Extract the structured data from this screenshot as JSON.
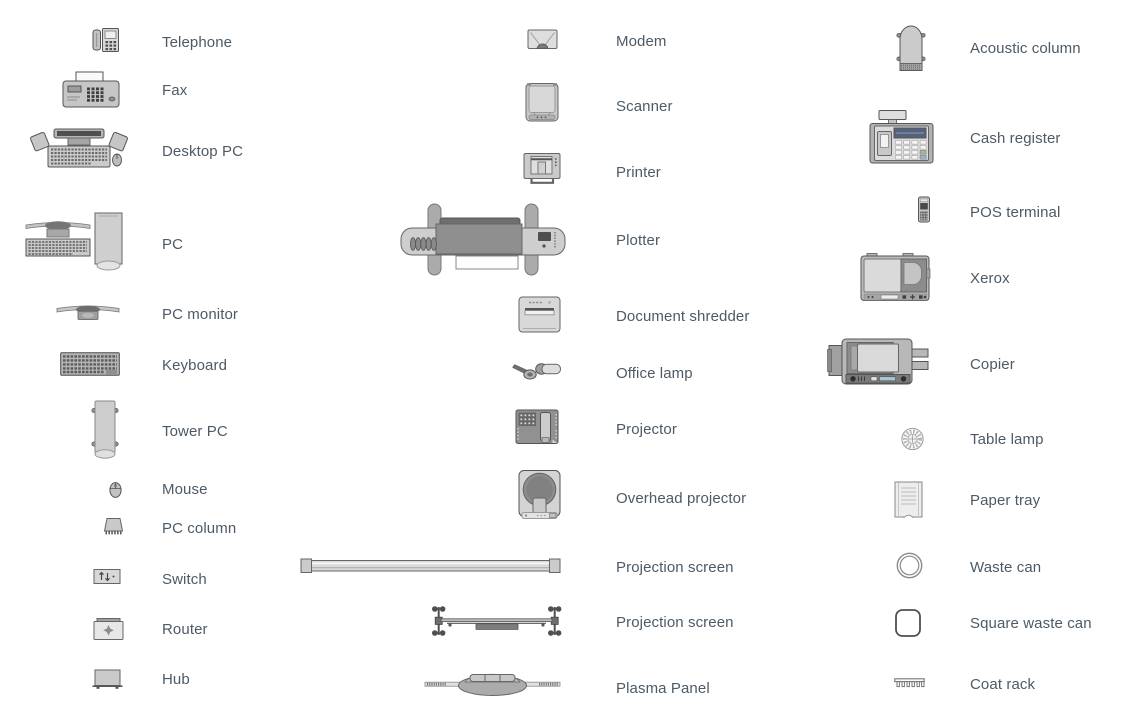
{
  "page": {
    "background": "#ffffff",
    "label_color": "#4d5a66"
  },
  "palette": {
    "outline": "#555555",
    "fill_light": "#d8d8d8",
    "fill_mid": "#bfbfbf",
    "fill_dark": "#8c8c8c",
    "cash_register_screen_blue": "#55627d",
    "copier_display_blue": "#a9c7d2",
    "shredder_indicator_green": "#93ac93"
  },
  "legend": {
    "columns": [
      {
        "name": "left",
        "items": [
          {
            "label": "Telephone",
            "icon": "telephone-icon"
          },
          {
            "label": "Fax",
            "icon": "fax-icon"
          },
          {
            "label": "Desktop PC",
            "icon": "desktop-pc-icon"
          },
          {
            "label": "PC",
            "icon": "pc-icon"
          },
          {
            "label": "PC monitor",
            "icon": "pc-monitor-icon"
          },
          {
            "label": "Keyboard",
            "icon": "keyboard-icon"
          },
          {
            "label": "Tower PC",
            "icon": "tower-pc-icon"
          },
          {
            "label": "Mouse",
            "icon": "mouse-icon"
          },
          {
            "label": "PC column",
            "icon": "pc-column-icon"
          },
          {
            "label": "Switch",
            "icon": "switch-icon"
          },
          {
            "label": "Router",
            "icon": "router-icon"
          },
          {
            "label": "Hub",
            "icon": "hub-icon"
          }
        ]
      },
      {
        "name": "middle",
        "items": [
          {
            "label": "Modem",
            "icon": "modem-icon"
          },
          {
            "label": "Scanner",
            "icon": "scanner-icon"
          },
          {
            "label": "Printer",
            "icon": "printer-icon"
          },
          {
            "label": "Plotter",
            "icon": "plotter-icon"
          },
          {
            "label": "Document shredder",
            "icon": "document-shredder-icon"
          },
          {
            "label": "Office lamp",
            "icon": "office-lamp-icon"
          },
          {
            "label": "Projector",
            "icon": "projector-icon"
          },
          {
            "label": "Overhead projector",
            "icon": "overhead-projector-icon"
          },
          {
            "label": "Projection screen",
            "icon": "projection-screen-wall-icon"
          },
          {
            "label": "Projection screen",
            "icon": "projection-screen-mobile-icon"
          },
          {
            "label": "Plasma Panel",
            "icon": "plasma-panel-icon"
          }
        ]
      },
      {
        "name": "right",
        "items": [
          {
            "label": "Acoustic column",
            "icon": "acoustic-column-icon"
          },
          {
            "label": "Cash register",
            "icon": "cash-register-icon"
          },
          {
            "label": "POS terminal",
            "icon": "pos-terminal-icon"
          },
          {
            "label": "Xerox",
            "icon": "xerox-icon"
          },
          {
            "label": "Copier",
            "icon": "copier-icon"
          },
          {
            "label": "Table lamp",
            "icon": "table-lamp-icon"
          },
          {
            "label": "Paper tray",
            "icon": "paper-tray-icon"
          },
          {
            "label": "Waste can",
            "icon": "waste-can-icon"
          },
          {
            "label": "Square waste can",
            "icon": "square-waste-can-icon"
          },
          {
            "label": "Coat rack",
            "icon": "coat-rack-icon"
          }
        ]
      }
    ]
  }
}
